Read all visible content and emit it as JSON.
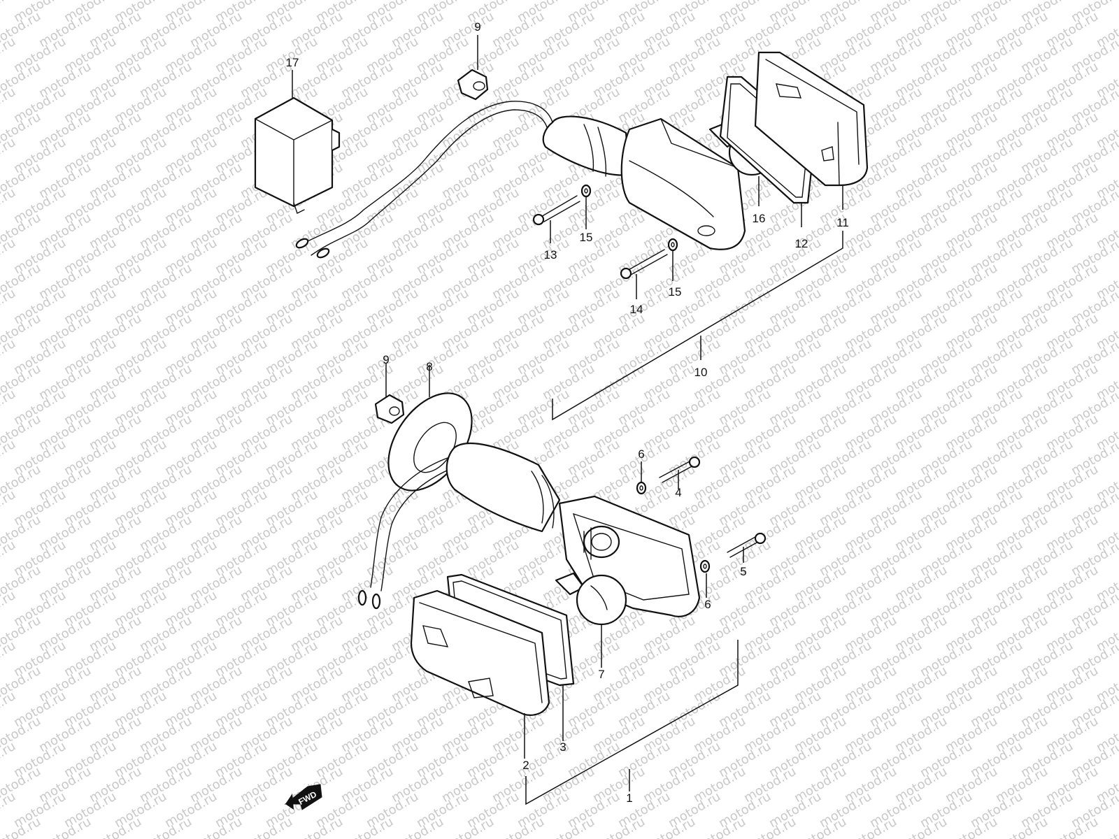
{
  "watermark": "motod.ru",
  "direction_label": "FWD",
  "callouts": {
    "c1": "1",
    "c2": "2",
    "c3": "3",
    "c4": "4",
    "c5": "5",
    "c6a": "6",
    "c6b": "6",
    "c7": "7",
    "c8": "8",
    "c9a": "9",
    "c9b": "9",
    "c10": "10",
    "c11": "11",
    "c12": "12",
    "c13": "13",
    "c14": "14",
    "c15a": "15",
    "c15b": "15",
    "c16": "16",
    "c17": "17"
  },
  "icons": {
    "direction": "fwd-arrow-icon",
    "bulb": "bulb-icon",
    "screw": "screw-icon"
  }
}
